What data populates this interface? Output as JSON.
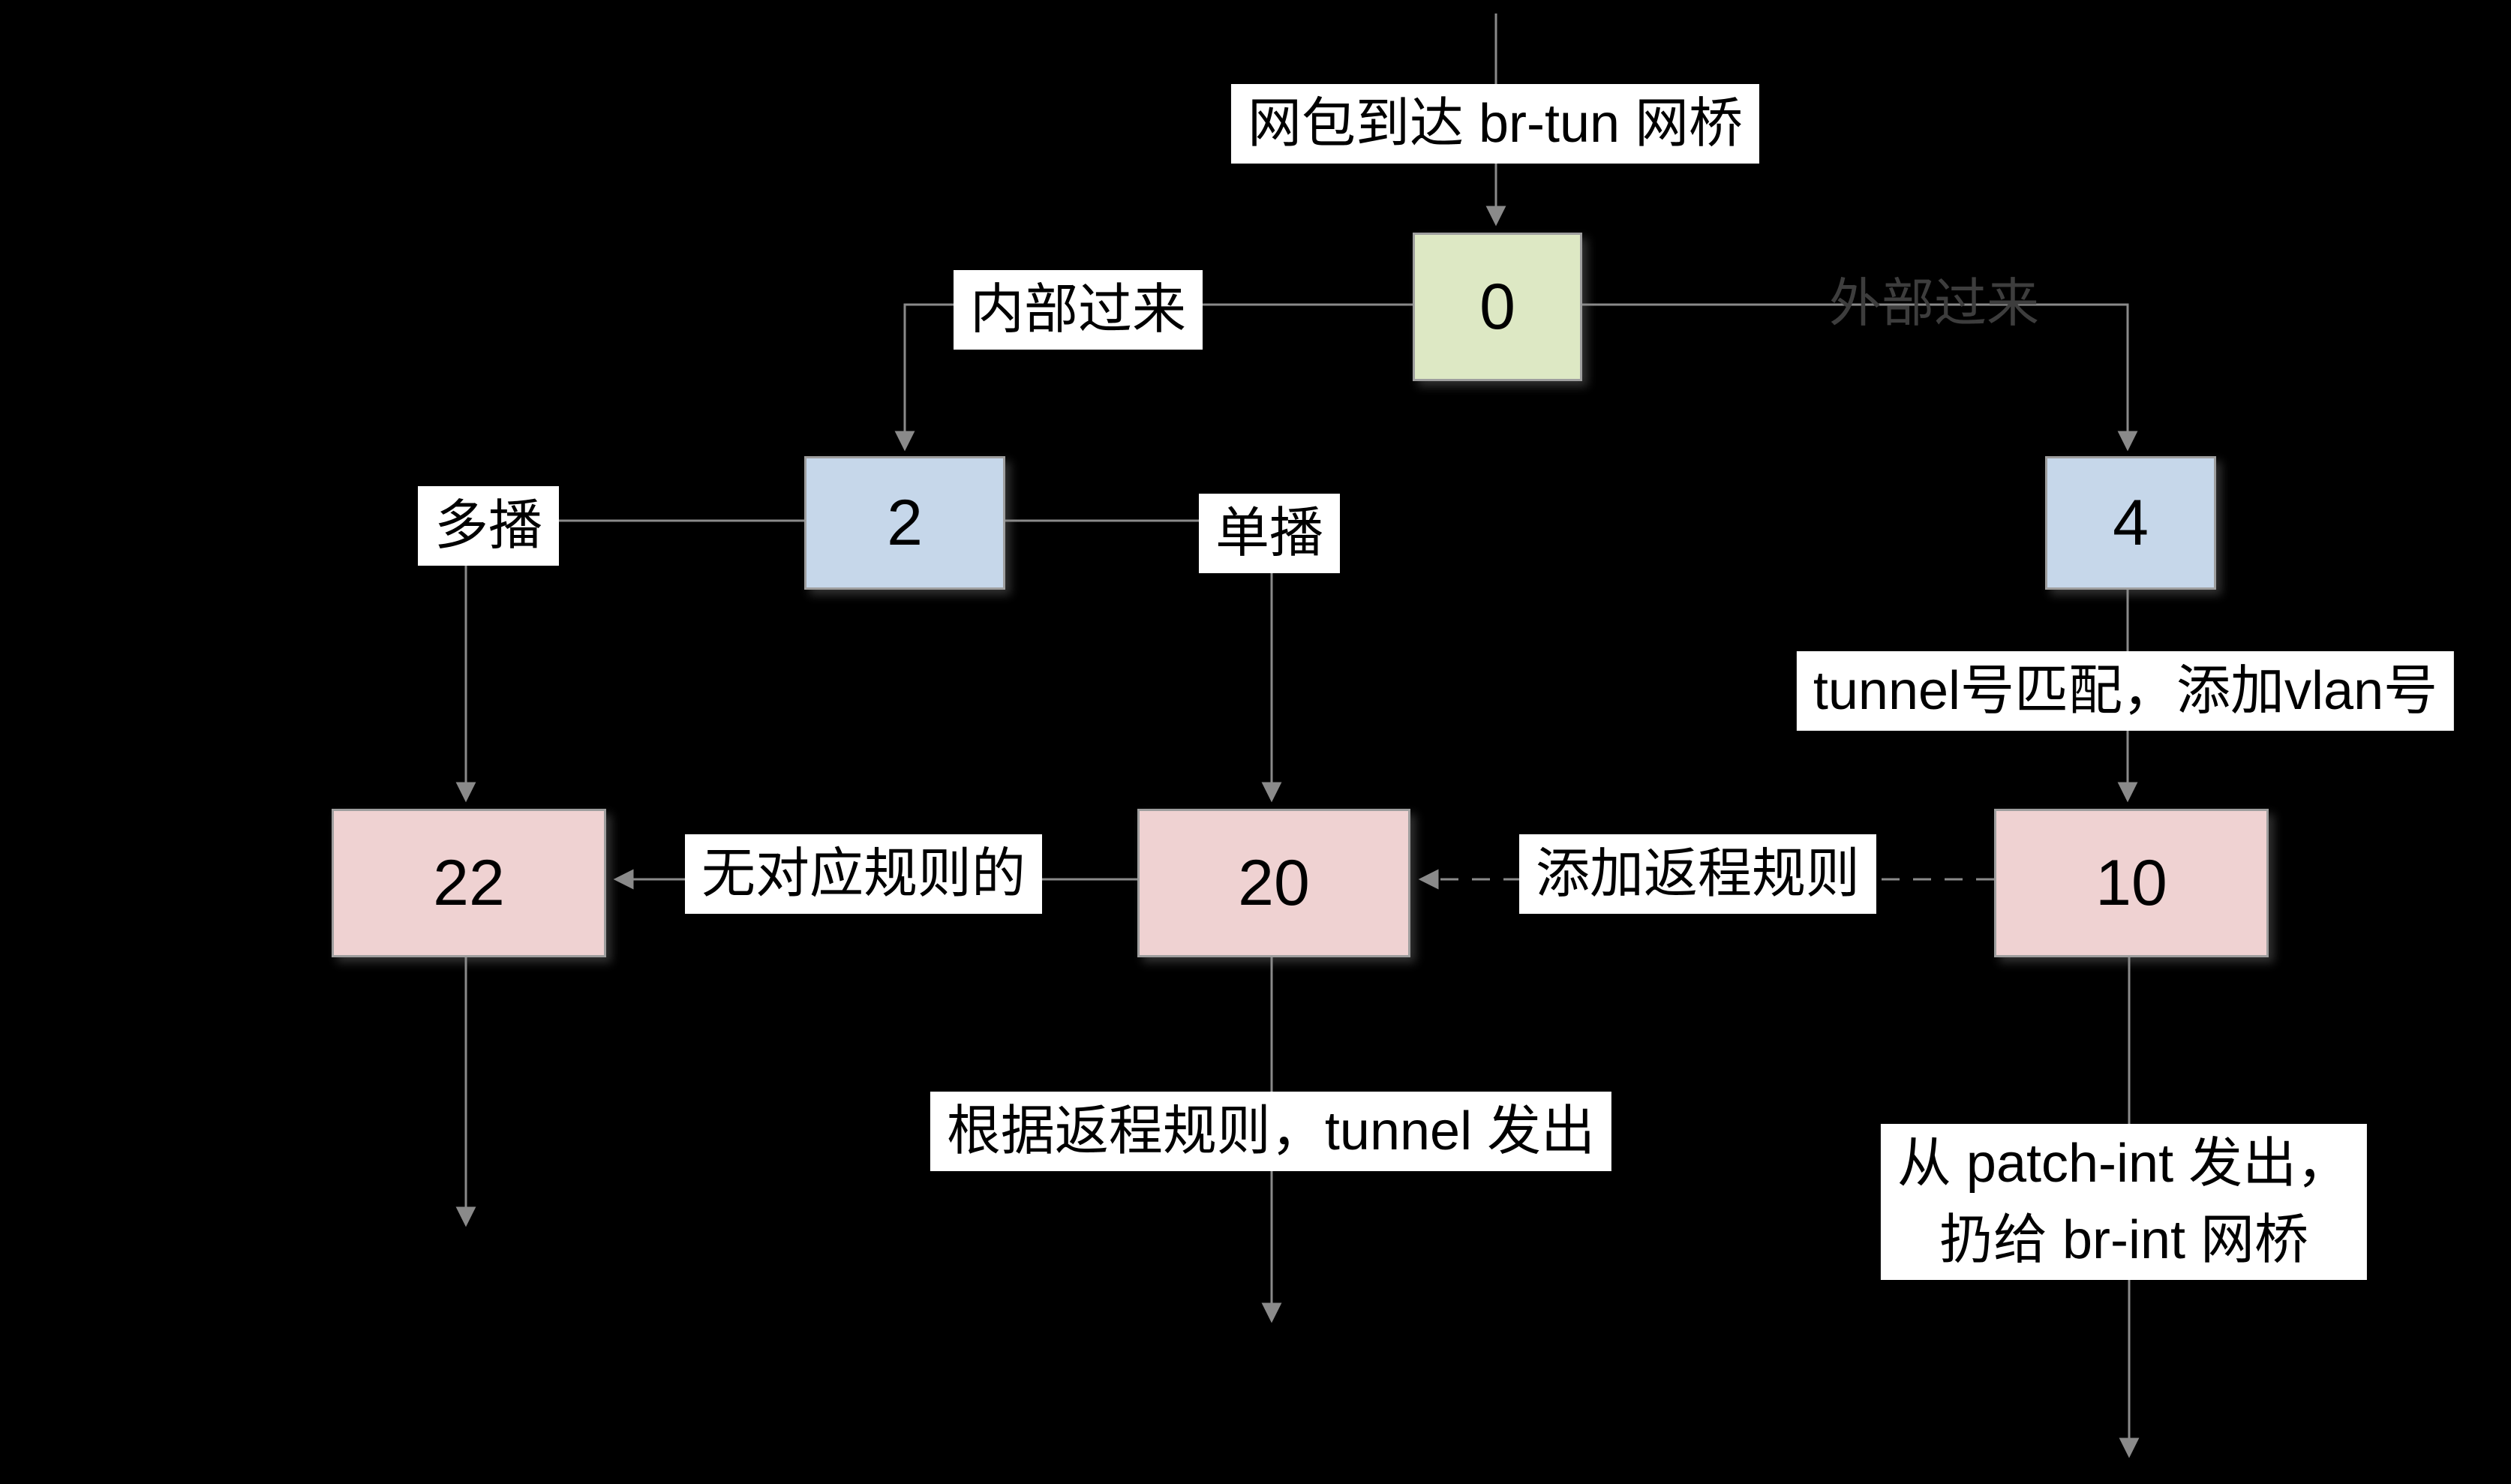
{
  "diagram": {
    "title": "网包到达 br-tun 网桥",
    "nodes": [
      {
        "id": "0",
        "label": "0",
        "kind": "entry"
      },
      {
        "id": "2",
        "label": "2",
        "kind": "branch"
      },
      {
        "id": "4",
        "label": "4",
        "kind": "branch"
      },
      {
        "id": "10",
        "label": "10",
        "kind": "action"
      },
      {
        "id": "20",
        "label": "20",
        "kind": "action"
      },
      {
        "id": "22",
        "label": "22",
        "kind": "action"
      }
    ],
    "edge_labels": {
      "internal": "内部过来",
      "external_faint": "外部过来",
      "multicast": "多播",
      "unicast": "单播",
      "tunnel_match": "tunnel号匹配，添加vlan号",
      "add_return_rule": "添加返程规则",
      "no_rule": "无对应规则的",
      "tunnel_out": "根据返程规则，tunnel 发出",
      "patch_int_line1": "从 patch-int 发出，",
      "patch_int_line2": "扔给 br-int 网桥"
    },
    "colors": {
      "background": "#000000",
      "edge_line": "#8a8a8a",
      "node_border": "#9e9e9e",
      "entry_fill": "#dde8c4",
      "branch_fill": "#c6d7ea",
      "action_fill": "#efd2d2",
      "label_background": "#ffffff",
      "label_text": "#000000"
    }
  }
}
